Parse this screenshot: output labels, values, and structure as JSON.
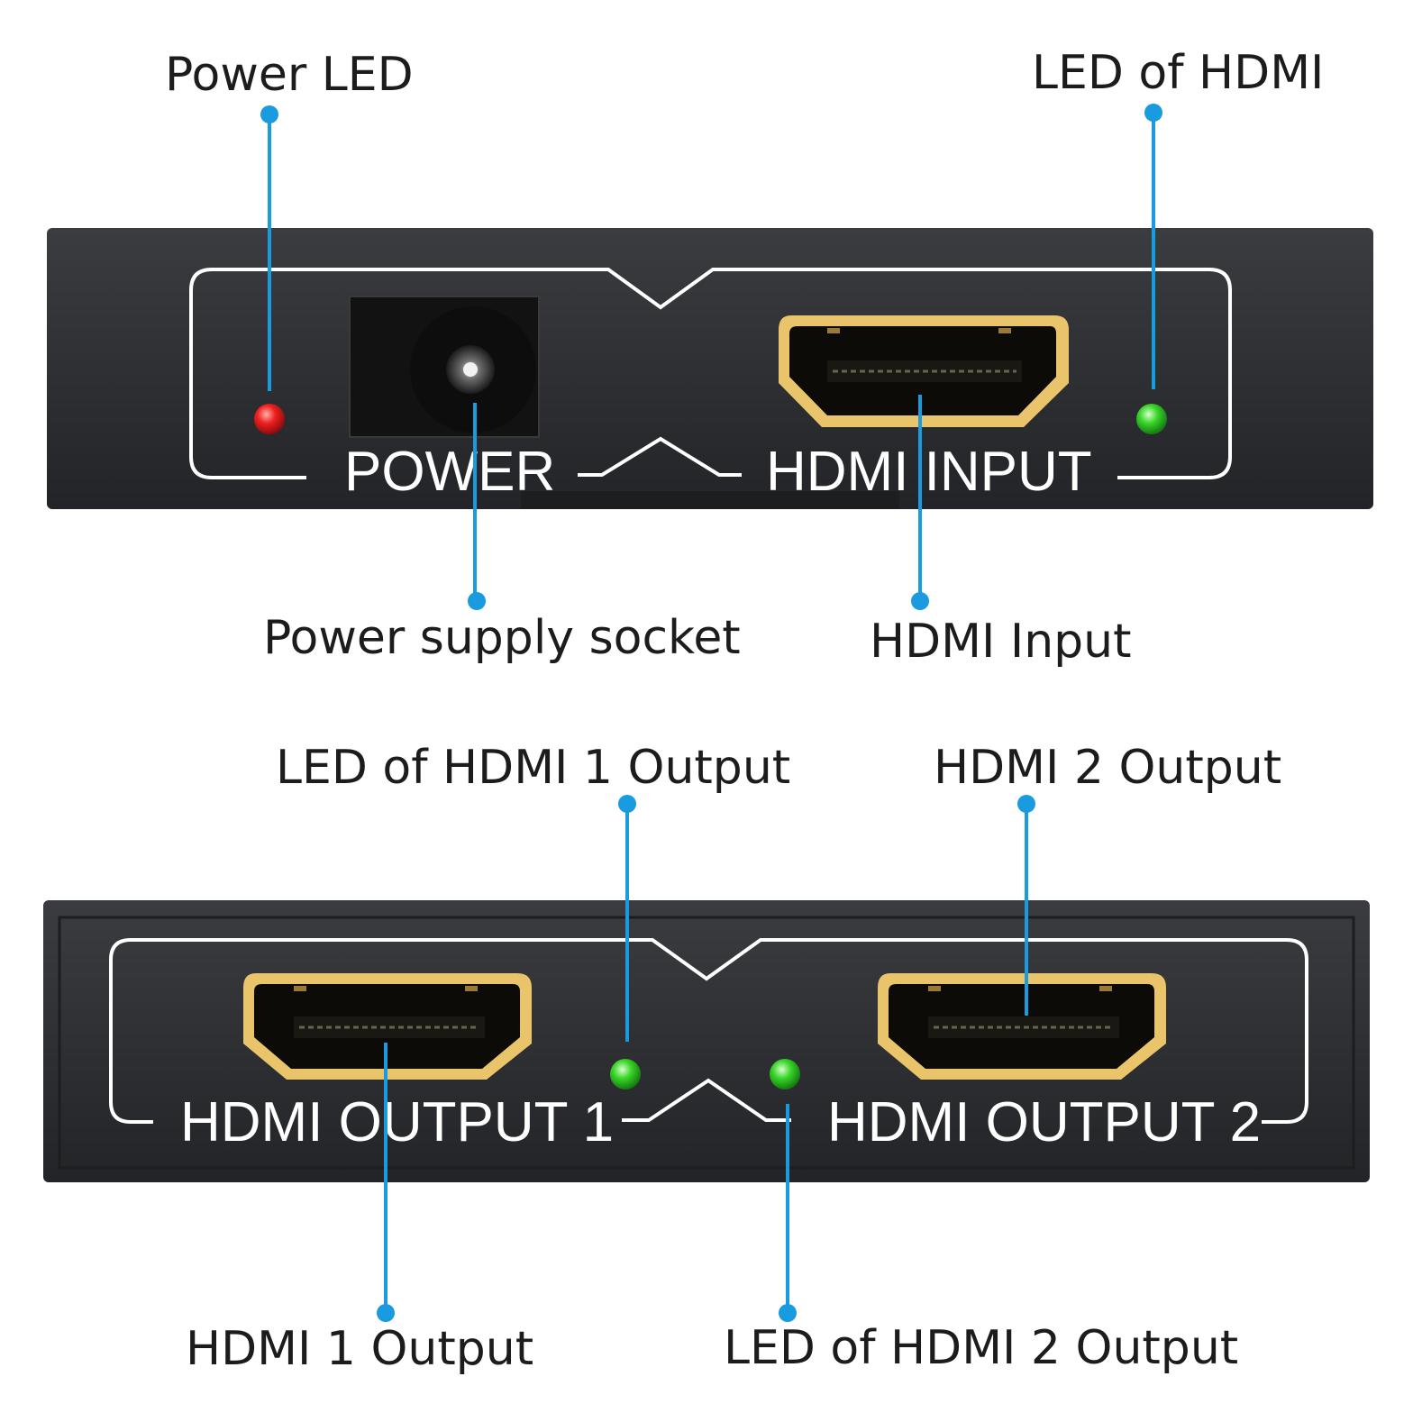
{
  "callouts": {
    "power_led": "Power LED",
    "led_of_hdmi": "LED of HDMI",
    "power_supply_socket": "Power supply socket",
    "hdmi_input": "HDMI Input",
    "led_of_hdmi_1_output": "LED of HDMI 1 Output",
    "hdmi_2_output": "HDMI 2 Output",
    "hdmi_1_output": "HDMI 1 Output",
    "led_of_hdmi_2_output": "LED of HDMI 2 Output"
  },
  "front_panel": {
    "power_label": "POWER",
    "hdmi_input_label": "HDMI INPUT"
  },
  "rear_panel": {
    "output_1_label": "HDMI OUTPUT 1",
    "output_2_label": "HDMI OUTPUT 2"
  },
  "leds": {
    "power": "red",
    "hdmi_input": "green",
    "hdmi_output_1": "green",
    "hdmi_output_2": "green"
  },
  "colors": {
    "leader_line": "#1a9be0",
    "device_body": "#2b2d30",
    "connector_gold": "#e9c46a",
    "led_red": "#e31b1b",
    "led_green": "#3ad62a"
  }
}
